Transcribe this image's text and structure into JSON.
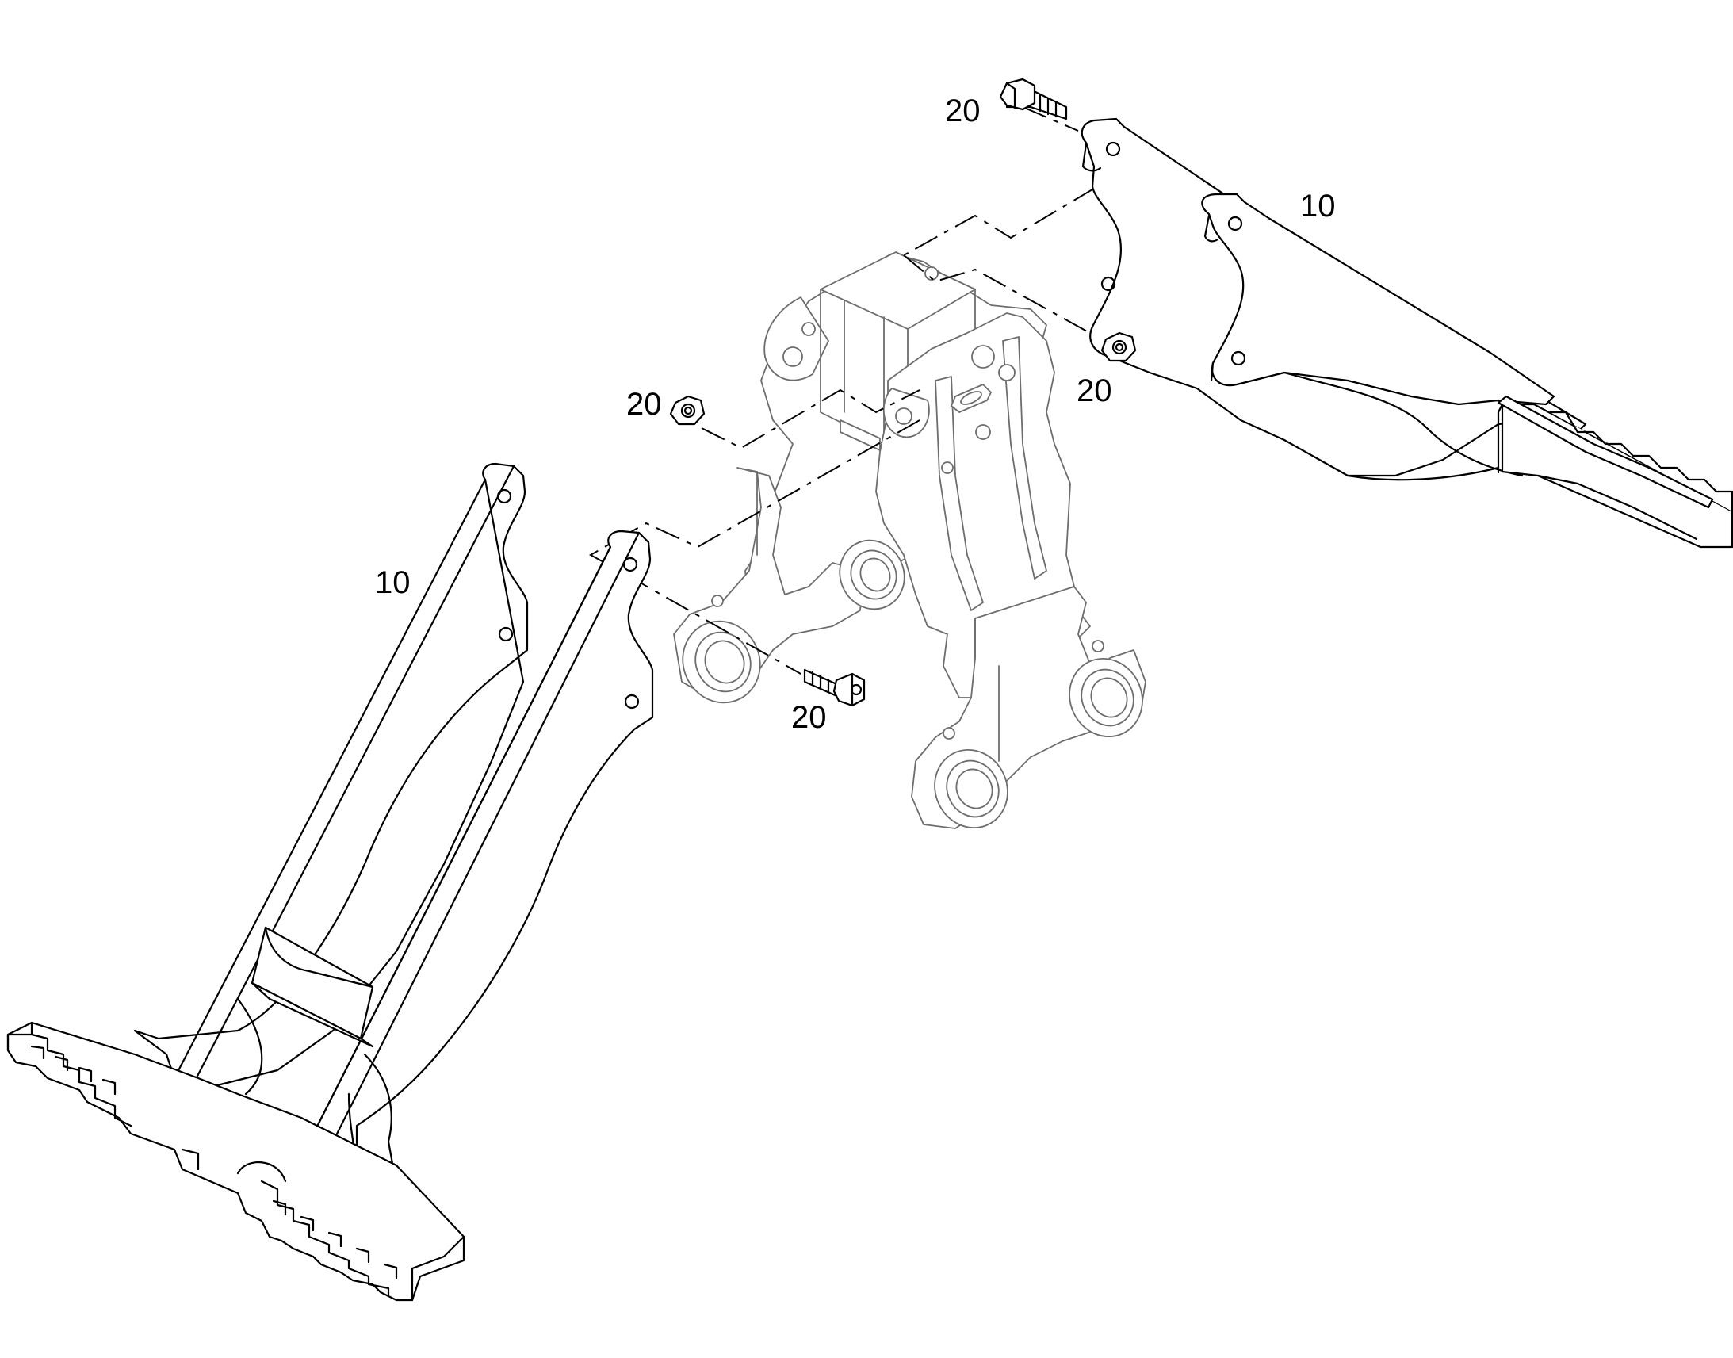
{
  "diagram": {
    "callouts": [
      {
        "id": "c1",
        "label": "20"
      },
      {
        "id": "c2",
        "label": "10"
      },
      {
        "id": "c3",
        "label": "20"
      },
      {
        "id": "c4",
        "label": "20"
      },
      {
        "id": "c5",
        "label": "10"
      },
      {
        "id": "c6",
        "label": "20"
      }
    ],
    "colors": {
      "ink": "#000000",
      "ghost": "#6d6d6d",
      "paper": "#ffffff"
    }
  }
}
